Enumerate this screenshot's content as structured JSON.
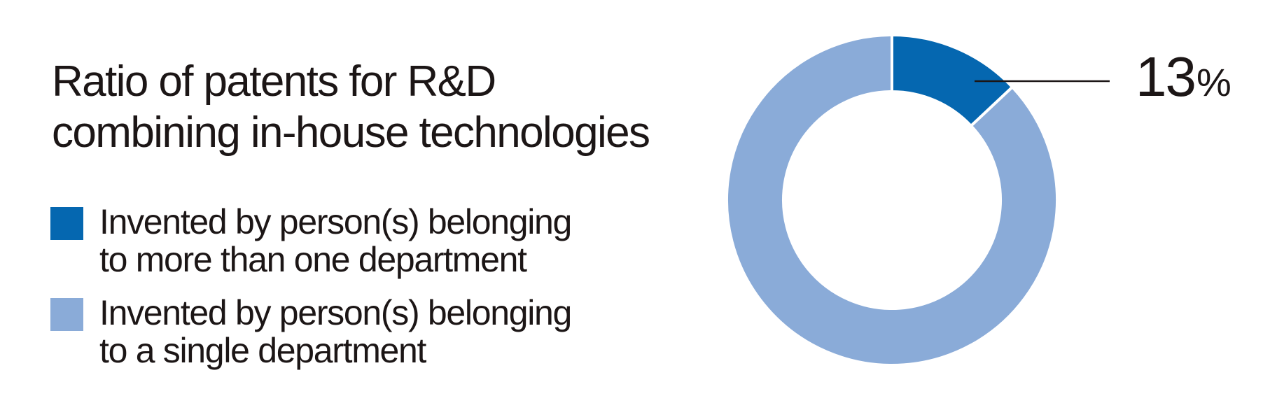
{
  "title": {
    "line1": "Ratio of patents for R&D",
    "line2": "combining in-house technologies"
  },
  "legend": [
    {
      "line1": "Invented by person(s) belonging",
      "line2": "to more than one department",
      "color": "#0567B0"
    },
    {
      "line1": "Invented by person(s) belonging",
      "line2": "to a single department",
      "color": "#8AABD8"
    }
  ],
  "callout": {
    "value": "13",
    "unit": "%"
  },
  "chart_data": {
    "type": "pie",
    "subtype": "donut",
    "title": "Ratio of patents for R&D combining in-house technologies",
    "categories": [
      "Invented by person(s) belonging to more than one department",
      "Invented by person(s) belonging to a single department"
    ],
    "values": [
      13,
      87
    ],
    "unit": "%",
    "colors": [
      "#0567B0",
      "#8AABD8"
    ],
    "labels_shown": [
      "13%"
    ],
    "start_angle": "12 o'clock, clockwise",
    "legend_position": "left"
  }
}
